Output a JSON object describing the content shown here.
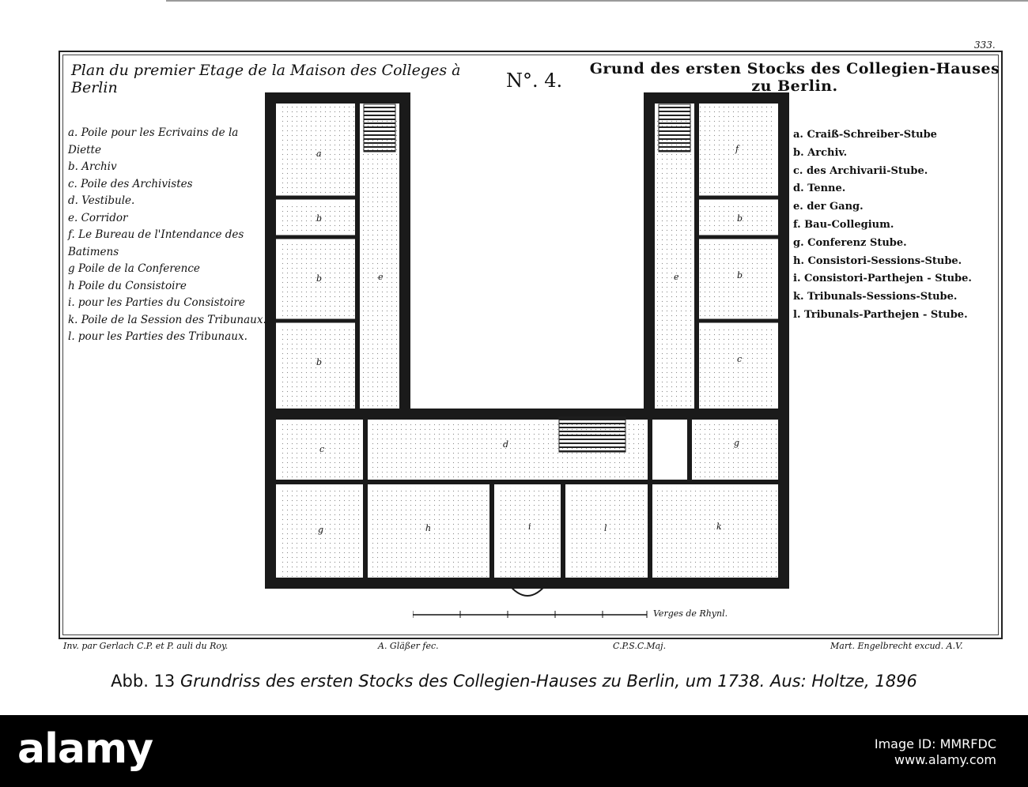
{
  "page_number": "333.",
  "engraving": {
    "title_fr": "Plan du premier Etage de la Maison des Colleges à Berlin",
    "plate_number": "N°. 4.",
    "title_de": "Grund des ersten Stocks des Collegien-Hauses zu Berlin.",
    "legend_fr": [
      "a. Poile pour les Ecrivains de la Diette",
      "b. Archiv",
      "c. Poile des Archivistes",
      "d. Vestibule.",
      "e. Corridor",
      "f. Le Bureau de l'Intendance des Batimens",
      "g Poile de la Conference",
      "h Poile du Consistoire",
      "i. pour les Parties du Consistoire",
      "k. Poile de la Session des Tribunaux.",
      "l. pour les Parties des Tribunaux."
    ],
    "legend_de": [
      "a. Craiß-Schreiber-Stube",
      "b. Archiv.",
      "c. des Archivarii-Stube.",
      "d. Tenne.",
      "e. der Gang.",
      "f. Bau-Collegium.",
      "g. Conferenz Stube.",
      "h. Consistori-Sessions-Stube.",
      "i. Consistori-Parthejen - Stube.",
      "k. Tribunals-Sessions-Stube.",
      "l. Tribunals-Parthejen - Stube."
    ],
    "rooms": {
      "a": "a",
      "b": "b",
      "c": "c",
      "d": "d",
      "e": "e",
      "f": "f",
      "g": "g",
      "h": "h",
      "i": "i",
      "k": "k",
      "l": "l"
    },
    "scale_label": "Verges de Rhynl.",
    "credits": {
      "inventor": "Inv. par Gerlach C.P. et P. auli du Roy.",
      "engraver": "A. Gläßer fec.",
      "privilege": "C.P.S.C.Maj.",
      "publisher": "Mart. Engelbrecht excud. A.V."
    }
  },
  "caption": {
    "label": "Abb. 13",
    "text": "Grundriss des ersten Stocks des Collegien-Hauses zu Berlin, um 1738. Aus: Holtze, 1896"
  },
  "banner": {
    "brand": "alamy",
    "image_id_label": "Image ID: MMRFDC",
    "url": "www.alamy.com"
  },
  "colors": {
    "wall": "#1a1a1a",
    "stipple": "#888888",
    "banner_bg": "#000000",
    "banner_text": "#ffffff"
  }
}
